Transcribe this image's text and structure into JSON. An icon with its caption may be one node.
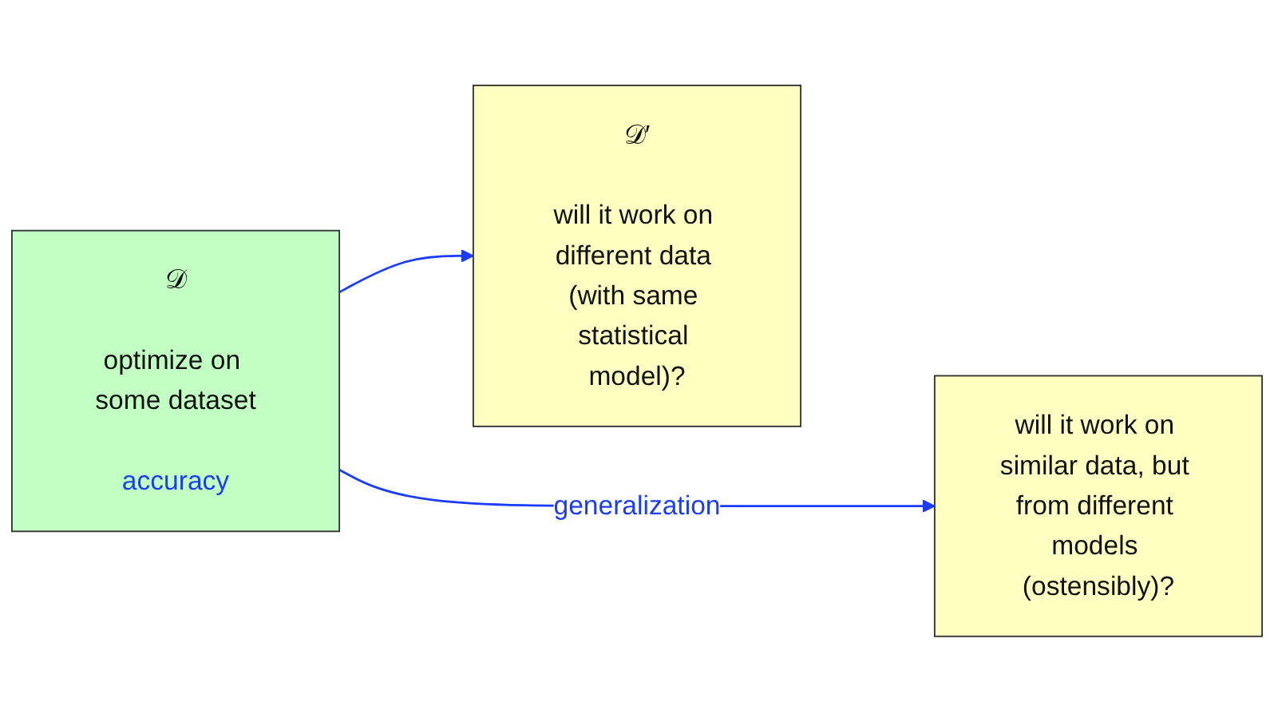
{
  "diagram": {
    "nodes": [
      {
        "text": [
          "𝒟",
          "optimize on some dataset",
          "accuracy"
        ]
      },
      {
        "text": [
          "𝒟′",
          "will it work on different data (with same statistical model)?"
        ]
      },
      {
        "text": [
          "will it work on similar data, but from different models (ostensibly)?"
        ]
      }
    ],
    "edges": [
      {
        "from": 0,
        "to": 1,
        "arrow": "to"
      },
      {
        "from": 0,
        "to": 2,
        "arrow": "to",
        "label": "generalization"
      }
    ]
  }
}
